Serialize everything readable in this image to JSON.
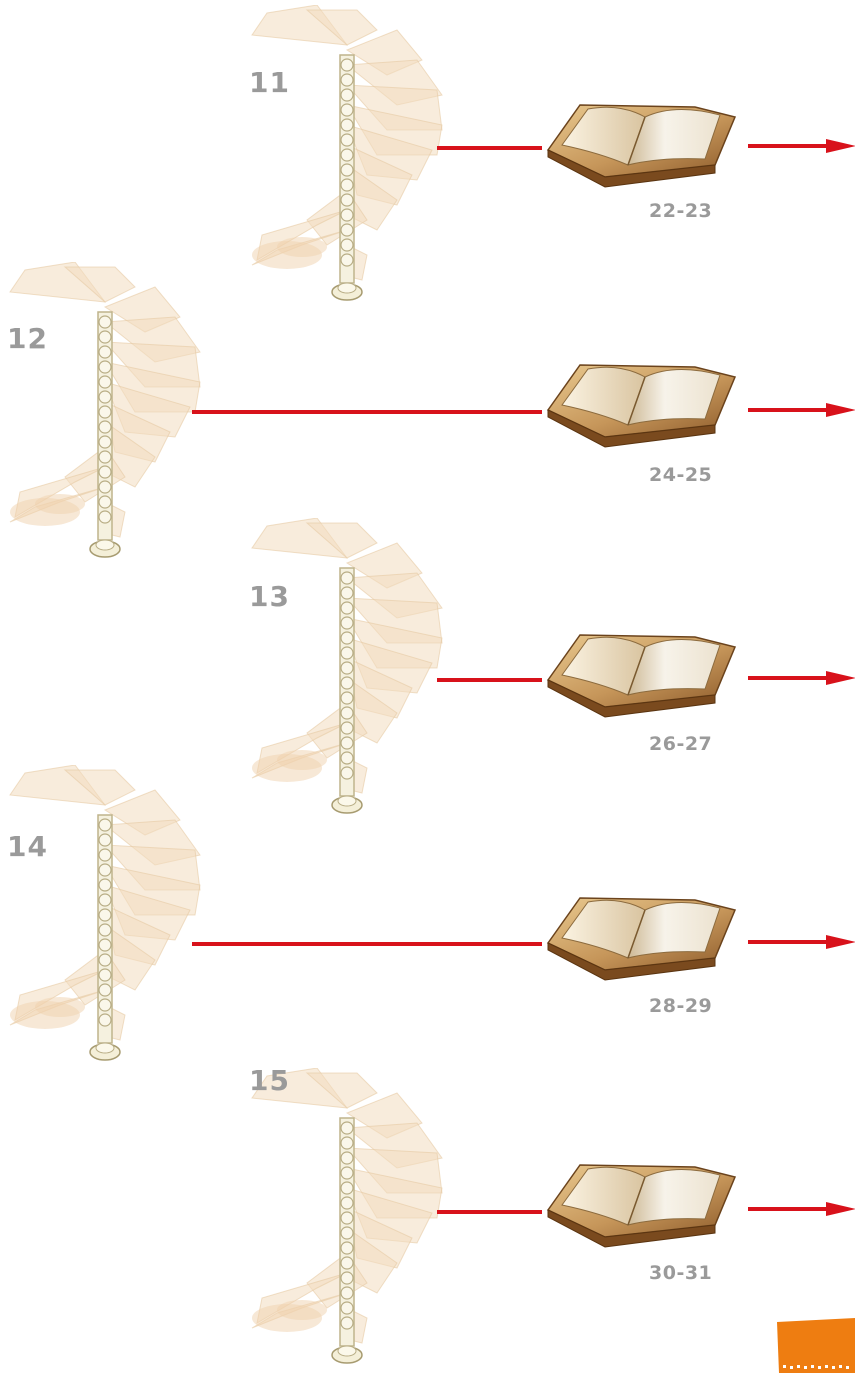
{
  "colors": {
    "connector": "#d8121b",
    "label_gray": "#9a9a9a",
    "stair_tread": "#f3dcc0",
    "stair_pole": "#f5f1df",
    "book_cover": "#c99a5c",
    "book_pages": "#f7f2e6",
    "corner_tab": "#ee7d11"
  },
  "icons": {
    "stair": "spiral-staircase-icon",
    "book": "open-book-icon",
    "arrow": "right-arrow-icon"
  },
  "steps": [
    {
      "number": "11",
      "pages": "22-23"
    },
    {
      "number": "12",
      "pages": "24-25"
    },
    {
      "number": "13",
      "pages": "26-27"
    },
    {
      "number": "14",
      "pages": "28-29"
    },
    {
      "number": "15",
      "pages": "30-31"
    }
  ]
}
